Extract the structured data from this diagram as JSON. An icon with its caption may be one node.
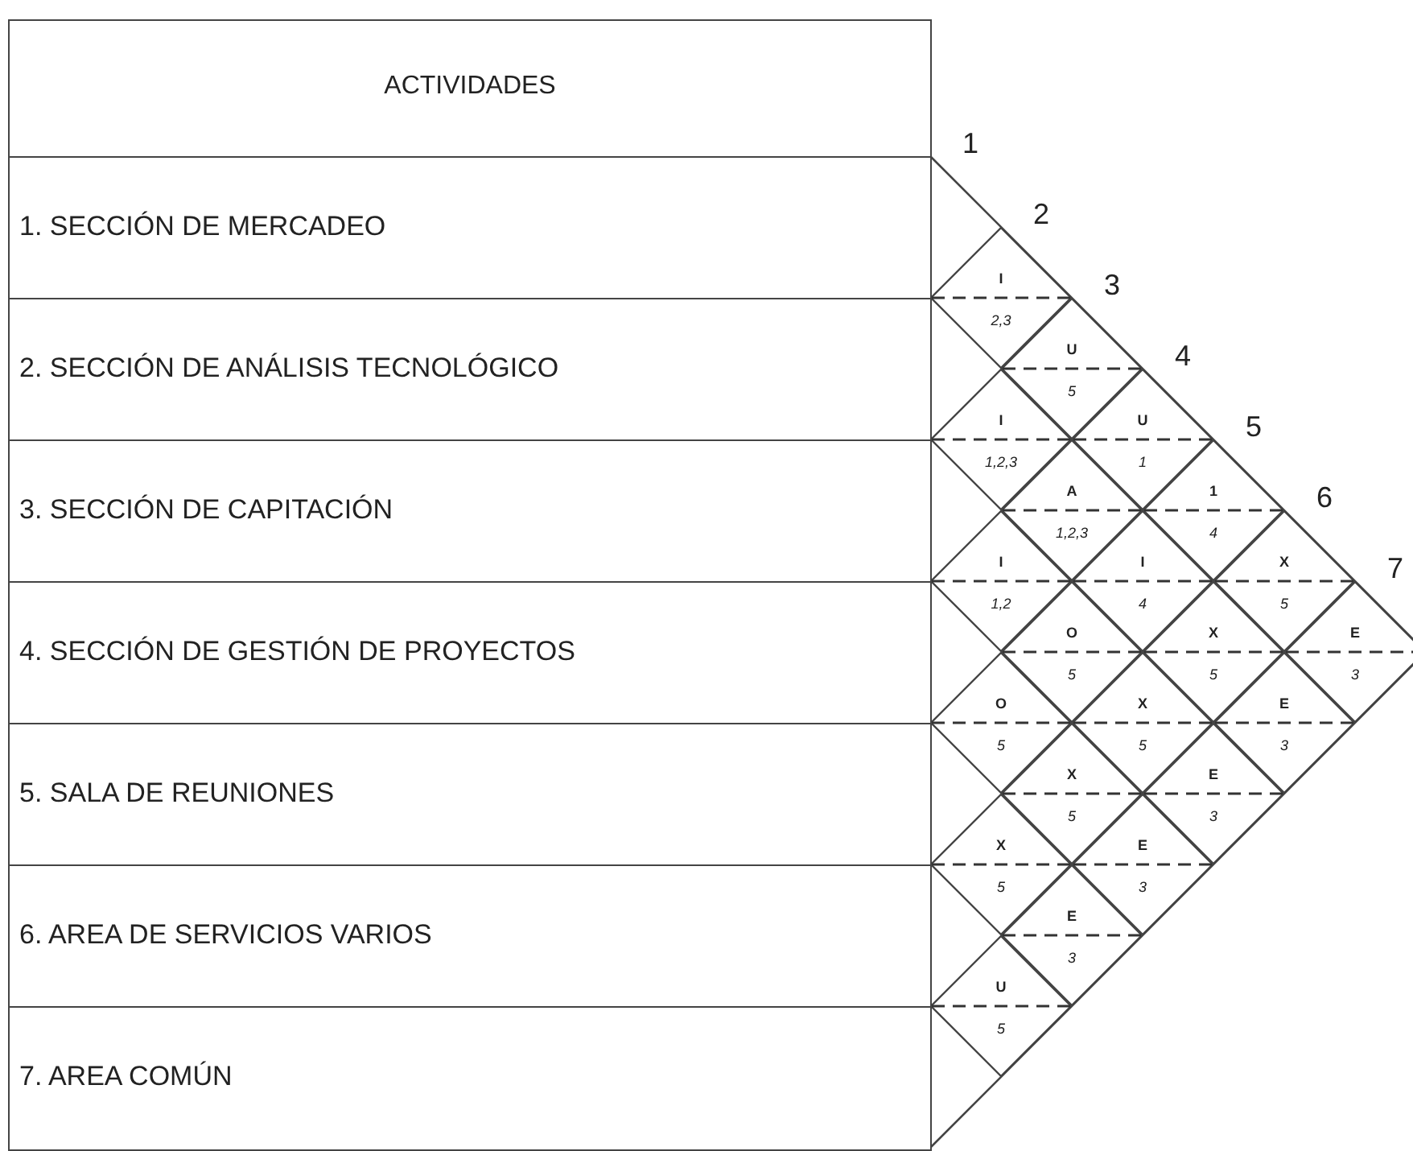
{
  "diagram": {
    "nodes": [
      {
        "text": [
          "ACTIVIDADES"
        ]
      },
      {
        "text": [
          "1.  SECCIÓN DE MERCADEO"
        ]
      },
      {
        "text": [
          "2.  SECCIÓN DE ANÁLISIS TECNOLÓGICO"
        ]
      },
      {
        "text": [
          "3.  SECCIÓN DE CAPITACIÓN"
        ]
      },
      {
        "text": [
          "4.  SECCIÓN DE GESTIÓN DE PROYECTOS"
        ]
      },
      {
        "text": [
          "5.  SALA DE REUNIONES"
        ]
      },
      {
        "text": [
          "6.  AREA DE SERVICIOS VARIOS"
        ]
      },
      {
        "text": [
          "7.  AREA COMÚN"
        ]
      },
      {
        "text": [
          "I",
          "2,3"
        ]
      },
      {
        "text": [
          "U",
          "5"
        ]
      },
      {
        "text": [
          "U",
          "1"
        ]
      },
      {
        "text": [
          "1",
          "4"
        ]
      },
      {
        "text": [
          "X",
          "5"
        ]
      },
      {
        "text": [
          "E",
          "3"
        ]
      },
      {
        "text": [
          "I",
          "1,2,3"
        ]
      },
      {
        "text": [
          "A",
          "1,2,3"
        ]
      },
      {
        "text": [
          "I",
          "4"
        ]
      },
      {
        "text": [
          "X",
          "5"
        ]
      },
      {
        "text": [
          "E",
          "3"
        ]
      },
      {
        "text": [
          "I",
          "1,2"
        ]
      },
      {
        "text": [
          "O",
          "5"
        ]
      },
      {
        "text": [
          "X",
          "5"
        ]
      },
      {
        "text": [
          "E",
          "3"
        ]
      },
      {
        "text": [
          "O",
          "5"
        ]
      },
      {
        "text": [
          "X",
          "5"
        ]
      },
      {
        "text": [
          "E",
          "3"
        ]
      },
      {
        "text": [
          "X",
          "5"
        ]
      },
      {
        "text": [
          "E",
          "3"
        ]
      },
      {
        "text": [
          "U",
          "5"
        ]
      }
    ],
    "labels": [
      "1",
      "2",
      "3",
      "4",
      "5",
      "6",
      "7"
    ]
  }
}
